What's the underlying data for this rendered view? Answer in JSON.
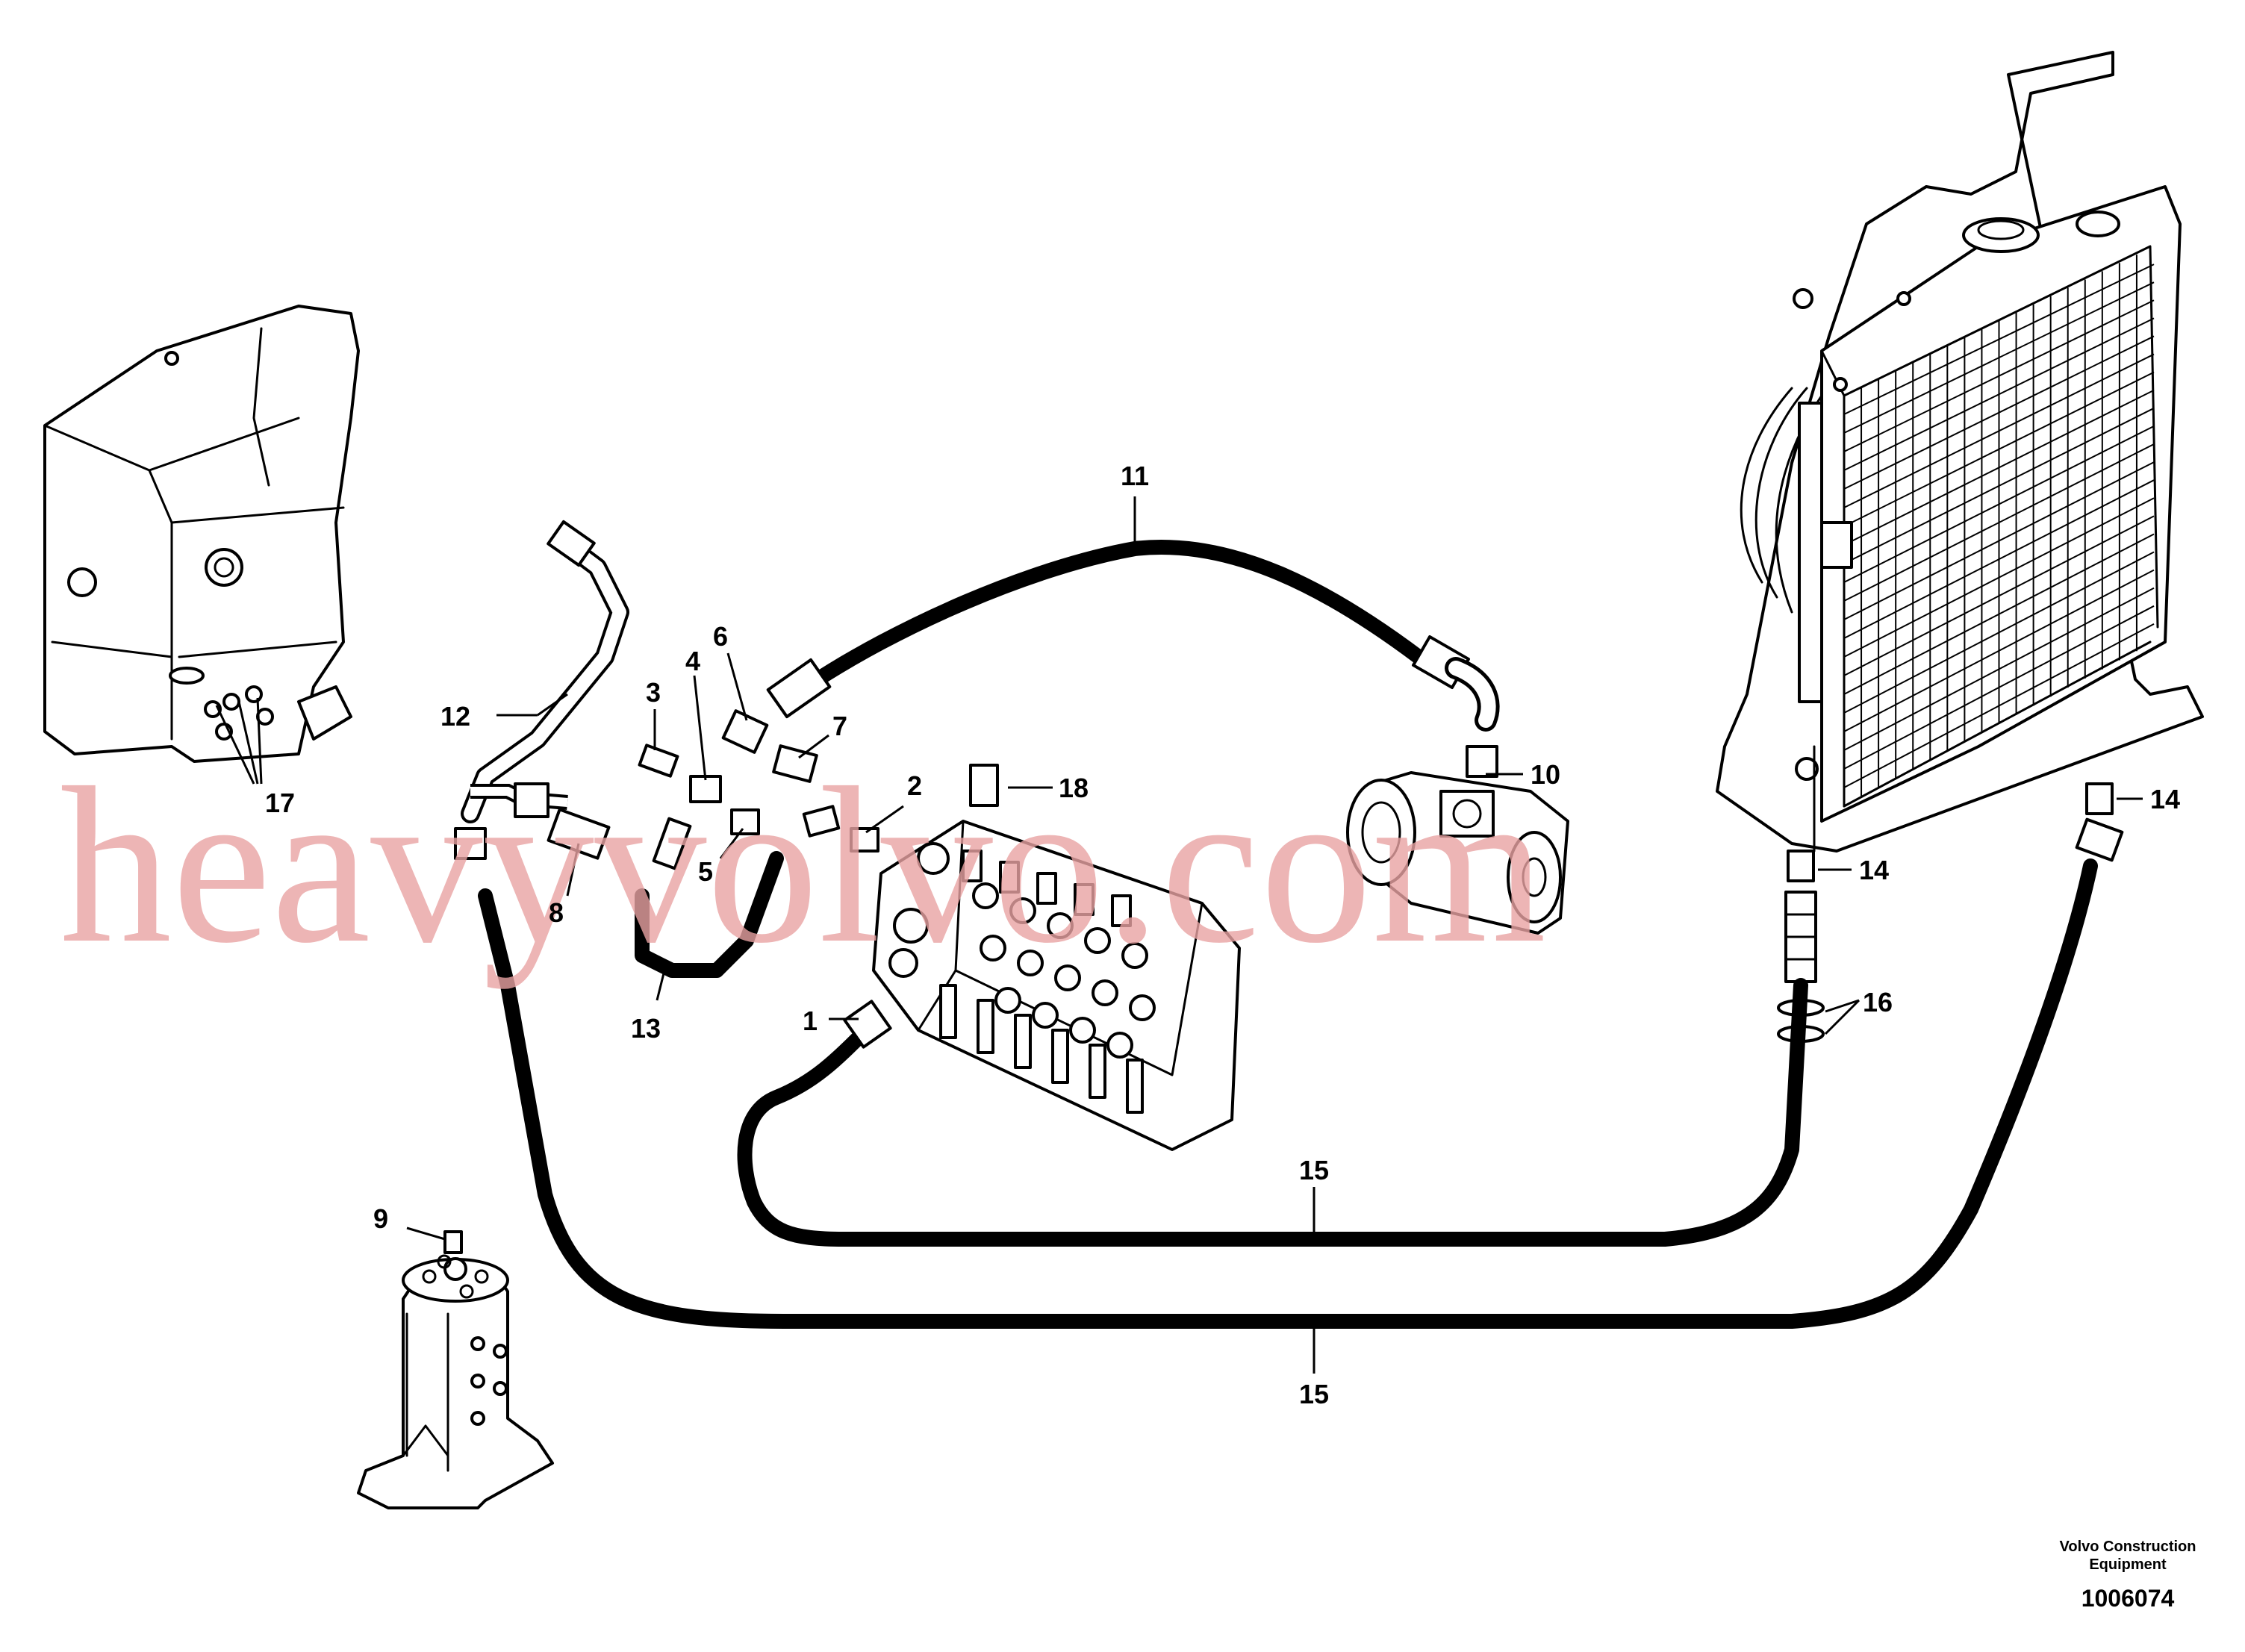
{
  "watermark": "heavyvolvo.com",
  "credit_line1": "Volvo Construction",
  "credit_line2": "Equipment",
  "document_number": "1006074",
  "callouts": [
    {
      "id": "1",
      "text": "1"
    },
    {
      "id": "2",
      "text": "2"
    },
    {
      "id": "3",
      "text": "3"
    },
    {
      "id": "4",
      "text": "4"
    },
    {
      "id": "5",
      "text": "5"
    },
    {
      "id": "6",
      "text": "6"
    },
    {
      "id": "7",
      "text": "7"
    },
    {
      "id": "8",
      "text": "8"
    },
    {
      "id": "9",
      "text": "9"
    },
    {
      "id": "10",
      "text": "10"
    },
    {
      "id": "11",
      "text": "11"
    },
    {
      "id": "12",
      "text": "12"
    },
    {
      "id": "13",
      "text": "13"
    },
    {
      "id": "14a",
      "text": "14"
    },
    {
      "id": "14b",
      "text": "14"
    },
    {
      "id": "15a",
      "text": "15"
    },
    {
      "id": "15b",
      "text": "15"
    },
    {
      "id": "16",
      "text": "16"
    },
    {
      "id": "17",
      "text": "17"
    },
    {
      "id": "18",
      "text": "18"
    }
  ]
}
